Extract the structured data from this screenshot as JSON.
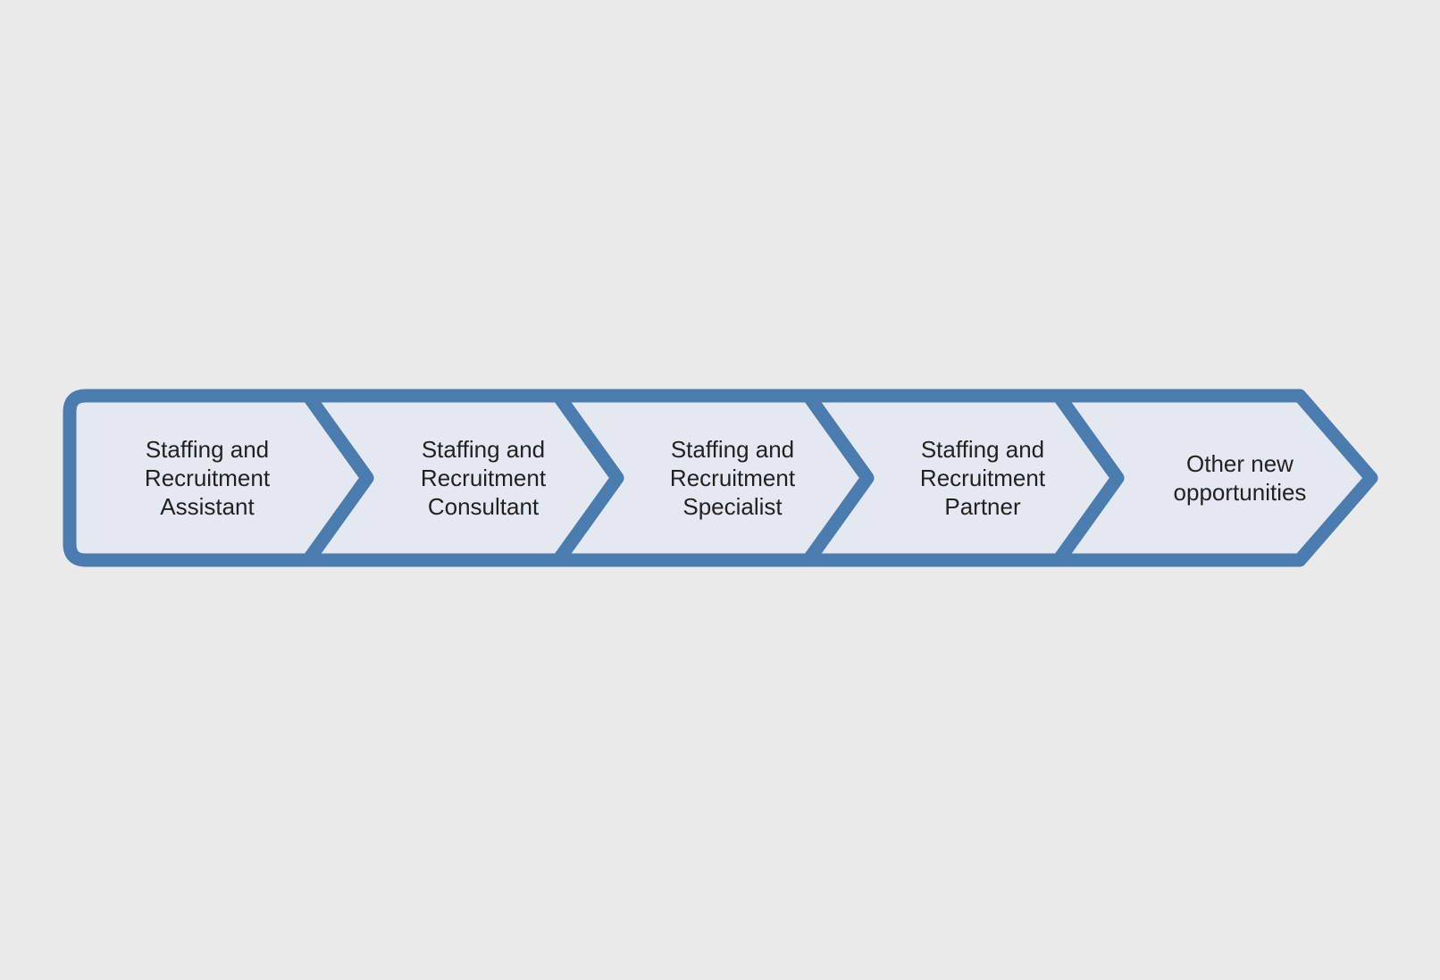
{
  "diagram": {
    "type": "career-path-flow",
    "colors": {
      "background": "#eaeaea",
      "outline": "#4a7caf",
      "fill": "#e4e8f0",
      "text": "#222222"
    },
    "steps": [
      {
        "lines": [
          "Staffing and",
          "Recruitment",
          "Assistant"
        ]
      },
      {
        "lines": [
          "Staffing and",
          "Recruitment",
          "Consultant"
        ]
      },
      {
        "lines": [
          "Staffing and",
          "Recruitment",
          "Specialist"
        ]
      },
      {
        "lines": [
          "Staffing and",
          "Recruitment",
          "Partner"
        ]
      },
      {
        "lines": [
          "Other new",
          "opportunities"
        ]
      }
    ]
  }
}
